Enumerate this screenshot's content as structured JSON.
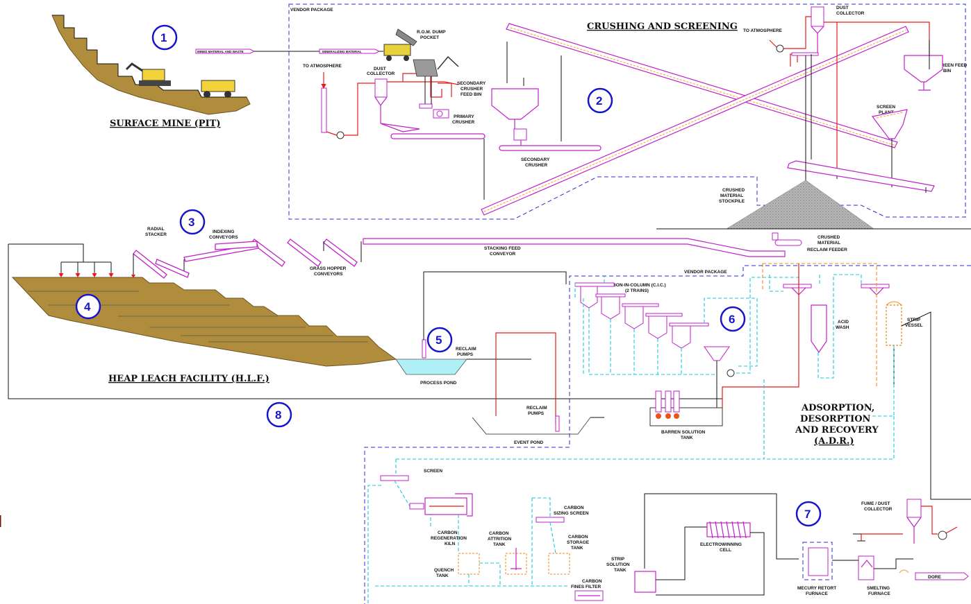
{
  "numbers": {
    "n1": "1",
    "n2": "2",
    "n3": "3",
    "n4": "4",
    "n5": "5",
    "n6": "6",
    "n7": "7",
    "n8": "8"
  },
  "sections": {
    "surface_mine": "SURFACE MINE (PIT)",
    "crushing": "CRUSHING AND SCREENING",
    "hlf": "HEAP LEACH FACILITY (H.L.F.)",
    "adr_1": "ADSORPTION,",
    "adr_2": "DESORPTION",
    "adr_3": "AND RECOVERY",
    "adr_4": "(A.D.R.)"
  },
  "labels": {
    "vendor_package_top": "VENDOR PACKAGE",
    "vendor_package_adr": "VENDOR PACKAGE",
    "mined_material": "MINED MATERIAL AND WASTE",
    "mineralizing_material": "MINERALIZING MATERIAL",
    "rom_dump_1": "R.O.M. DUMP",
    "rom_dump_2": "POCKET",
    "to_atmosphere_left": "TO ATMOSPHERE",
    "to_atmosphere_right": "TO ATMOSPHERE",
    "dust_collector_1": "DUST",
    "dust_collector_2": "COLLECTOR",
    "dust_collector_top_1": "DUST",
    "dust_collector_top_2": "COLLECTOR",
    "sec_feed_bin_1": "SECONDARY",
    "sec_feed_bin_2": "CRUSHER",
    "sec_feed_bin_3": "FEED BIN",
    "primary_crusher_1": "PRIMARY",
    "primary_crusher_2": "CRUSHER",
    "secondary_crusher_1": "SECONDARY",
    "secondary_crusher_2": "CRUSHER",
    "screen_feed_bin_1": "SCREEN FEED",
    "screen_feed_bin_2": "BIN",
    "screen_plant_1": "SCREEN",
    "screen_plant_2": "PLANT",
    "crushed_stockpile_1": "CRUSHED",
    "crushed_stockpile_2": "MATERIAL",
    "crushed_stockpile_3": "STOCKPILE",
    "reclaim_feeder_1": "CRUSHED",
    "reclaim_feeder_2": "MATERIAL",
    "reclaim_feeder_3": "RECLAIM FEEDER",
    "radial_stacker_1": "RADIAL",
    "radial_stacker_2": "STACKER",
    "indexing_1": "INDEXING",
    "indexing_2": "CONVEYORS",
    "grasshopper_1": "GRASS HOPPER",
    "grasshopper_2": "CONVEYORS",
    "stacking_feed_1": "STACKING FEED",
    "stacking_feed_2": "CONVEYOR",
    "reclaim_pumps_pond_1": "RECLAIM",
    "reclaim_pumps_pond_2": "PUMPS",
    "process_pond": "PROCESS POND",
    "reclaim_pumps_event_1": "RECLAIM",
    "reclaim_pumps_event_2": "PUMPS",
    "event_pond": "EVENT POND",
    "cic_1": "CARBON-IN-COLUMN (C.I.C.)",
    "cic_2": "(2 TRAINS)",
    "acid_wash_1": "ACID",
    "acid_wash_2": "WASH",
    "strip_vessel_1": "STRIP",
    "strip_vessel_2": "VESSEL",
    "barren_1": "BARREN SOLUTION",
    "barren_2": "TANK",
    "screen": "SCREEN",
    "kiln_1": "CARBON",
    "kiln_2": "REGENERATION",
    "kiln_3": "KILN",
    "attrition_1": "CARBON",
    "attrition_2": "ATTRITION",
    "attrition_3": "TANK",
    "quench_1": "QUENCH",
    "quench_2": "TANK",
    "sizing_1": "CARBON",
    "sizing_2": "SIZING SCREEN",
    "storage_1": "CARBON",
    "storage_2": "STORAGE",
    "storage_3": "TANK",
    "fines_1": "CARBON",
    "fines_2": "FINES FILTER",
    "strip_solution_1": "STRIP",
    "strip_solution_2": "SOLUTION",
    "strip_solution_3": "TANK",
    "electrowinning_1": "ELECTROWINNING",
    "electrowinning_2": "CELL",
    "retort_1": "MECURY RETORT",
    "retort_2": "FURNACE",
    "smelting_1": "SMELTING",
    "smelting_2": "FURNACE",
    "fume_1": "FUME / DUST",
    "fume_2": "COLLECTOR",
    "dore": "DORE"
  },
  "colors": {
    "marker": "#1515cc",
    "vendor_boundary": "#2a2ad0",
    "solution_line": "#e31b1b",
    "carbon_line": "#15c8e0",
    "conveyor": "#c020c8",
    "terrain": "#b08d3c",
    "stockpile": "#a8a8a8",
    "pond_water": "#aef0f5"
  },
  "icons": [
    "excavator-icon",
    "haul-truck-icon",
    "blower-fan-icon",
    "pump-icon",
    "dump-truck-icon"
  ]
}
